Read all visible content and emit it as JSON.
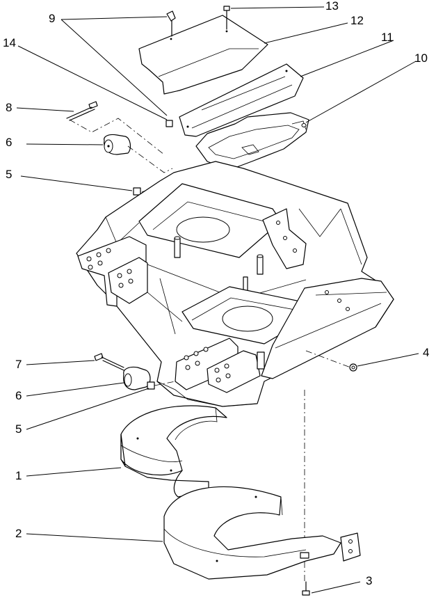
{
  "diagram": {
    "callouts": [
      {
        "id": "c1",
        "label": "1"
      },
      {
        "id": "c2",
        "label": "2"
      },
      {
        "id": "c3",
        "label": "3"
      },
      {
        "id": "c4",
        "label": "4"
      },
      {
        "id": "c5a",
        "label": "5"
      },
      {
        "id": "c5b",
        "label": "5"
      },
      {
        "id": "c6a",
        "label": "6"
      },
      {
        "id": "c6b",
        "label": "6"
      },
      {
        "id": "c7",
        "label": "7"
      },
      {
        "id": "c8",
        "label": "8"
      },
      {
        "id": "c9",
        "label": "9"
      },
      {
        "id": "c10",
        "label": "10"
      },
      {
        "id": "c11",
        "label": "11"
      },
      {
        "id": "c12",
        "label": "12"
      },
      {
        "id": "c13",
        "label": "13"
      },
      {
        "id": "c14",
        "label": "14"
      }
    ]
  }
}
